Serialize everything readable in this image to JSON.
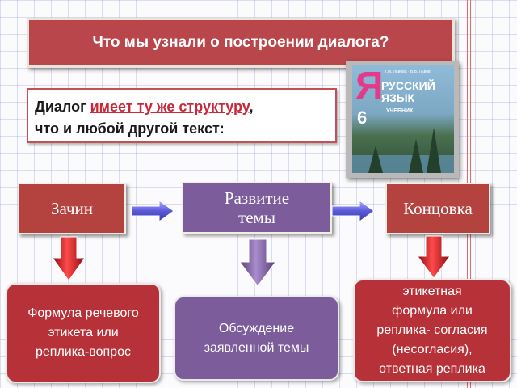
{
  "slide": {
    "title": "Что мы узнали о построении диалога?",
    "statement": {
      "part1": "Диалог ",
      "highlight": "имеет ту же структуру",
      "part2": ",",
      "line2": "что и любой другой текст:"
    },
    "stages": [
      {
        "label": "Зачин"
      },
      {
        "label_line1": "Развитие",
        "label_line2": "темы"
      },
      {
        "label": "Концовка"
      }
    ],
    "notes": [
      {
        "lines": [
          "Формула речевого",
          "этикета или",
          "реплика-вопрос"
        ]
      },
      {
        "lines": [
          "Обсуждение",
          "заявленной  темы"
        ]
      },
      {
        "lines": [
          "этикетная",
          "формула или",
          "реплика- согласия",
          "(несогласия),",
          "ответная реплика"
        ]
      }
    ],
    "book": {
      "letter": "Я",
      "title_line1": "РУССКИЙ",
      "title_line2": "ЯЗЫК",
      "subtitle": "УЧЕБНИК",
      "grade": "6",
      "authors": "Т.М. Львова · В.В. Львов"
    },
    "colors": {
      "red_box": "#b4423f",
      "purple_box": "#7c5c9a",
      "arrow_blue": "#6a6ae0",
      "arrow_red": "#c0181c",
      "highlight_text": "#c8283a"
    },
    "icons": [
      "arrow-right-icon",
      "arrow-down-icon"
    ]
  }
}
